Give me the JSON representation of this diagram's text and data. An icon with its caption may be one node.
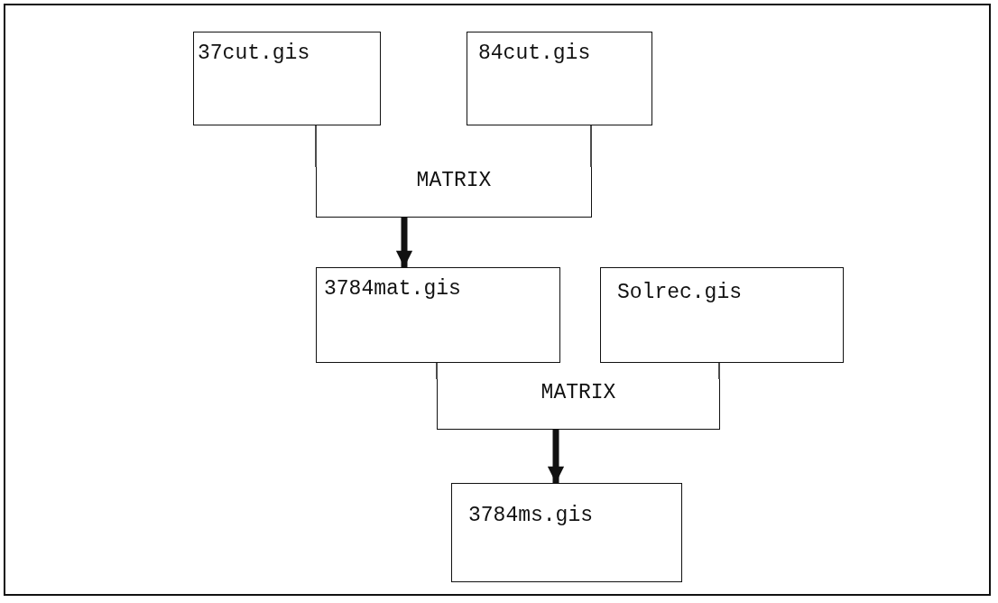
{
  "diagram": {
    "nodes": [
      {
        "text": [
          "37cut.gis"
        ]
      },
      {
        "text": [
          "84cut.gis"
        ]
      },
      {
        "text": [
          "3784mat.gis"
        ]
      },
      {
        "text": [
          "Solrec.gis"
        ]
      },
      {
        "text": [
          "3784ms.gis"
        ]
      },
      {
        "text": [
          "MATRIX"
        ]
      },
      {
        "text": [
          "MATRIX"
        ]
      }
    ],
    "edges": [
      {
        "from": 0,
        "to": 5,
        "arrow": "none"
      },
      {
        "from": 1,
        "to": 5,
        "arrow": "none"
      },
      {
        "from": 5,
        "to": 2,
        "arrow": "to",
        "style": "thick"
      },
      {
        "from": 2,
        "to": 6,
        "arrow": "none"
      },
      {
        "from": 3,
        "to": 6,
        "arrow": "none"
      },
      {
        "from": 6,
        "to": 4,
        "arrow": "to",
        "style": "thick"
      }
    ]
  }
}
